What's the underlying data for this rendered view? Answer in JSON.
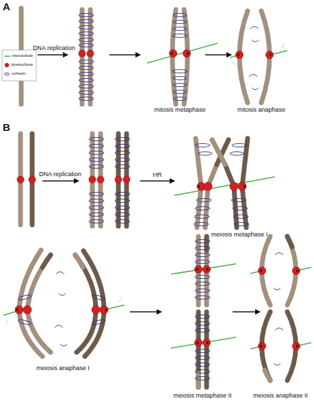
{
  "diagram": {
    "labels": [
      "A",
      "DNA replication",
      "mitosis metaphase",
      "mitosis anaphase",
      "B",
      "DNA replication",
      "HR",
      "meiosis metaphase I",
      "meiosis anaphase I",
      "meiosis metaphase II",
      "meiosis anaphase II"
    ],
    "legend": [
      {
        "text": "microtubule"
      },
      {
        "text": "kinetochore"
      },
      {
        "text": "cohesin"
      }
    ]
  }
}
